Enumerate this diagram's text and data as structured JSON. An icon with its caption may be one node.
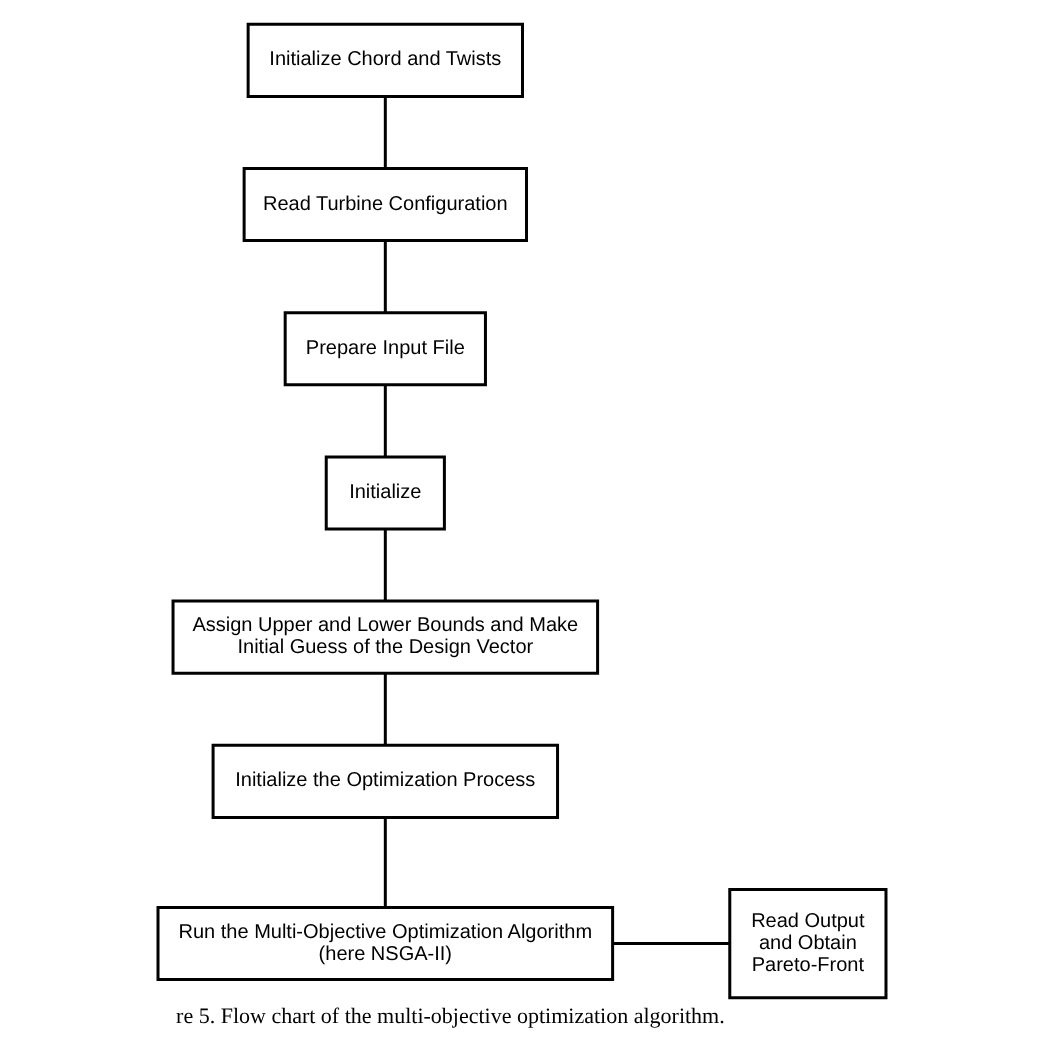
{
  "diagram": {
    "caption": "re 5. Flow chart of the multi-objective optimization algorithm.",
    "nodes": [
      {
        "text": [
          "Initialize Chord and Twists"
        ]
      },
      {
        "text": [
          "Read Turbine Configuration"
        ]
      },
      {
        "text": [
          "Prepare Input File"
        ]
      },
      {
        "text": [
          "Initialize"
        ]
      },
      {
        "text": [
          "Assign Upper and Lower Bounds and Make Initial Guess of the Design Vector"
        ]
      },
      {
        "text": [
          "Initialize the Optimization Process"
        ]
      },
      {
        "text": [
          "Run the Multi-Objective Optimization Algorithm (here NSGA-II)"
        ]
      },
      {
        "text": [
          "Read Output and Obtain Pareto-Front"
        ]
      }
    ],
    "edges": [
      {
        "from": 0,
        "to": 1,
        "arrow": "none"
      },
      {
        "from": 1,
        "to": 2,
        "arrow": "none"
      },
      {
        "from": 2,
        "to": 3,
        "arrow": "none"
      },
      {
        "from": 3,
        "to": 4,
        "arrow": "none"
      },
      {
        "from": 4,
        "to": 5,
        "arrow": "none"
      },
      {
        "from": 5,
        "to": 6,
        "arrow": "none"
      },
      {
        "from": 6,
        "to": 7,
        "arrow": "none"
      }
    ]
  }
}
